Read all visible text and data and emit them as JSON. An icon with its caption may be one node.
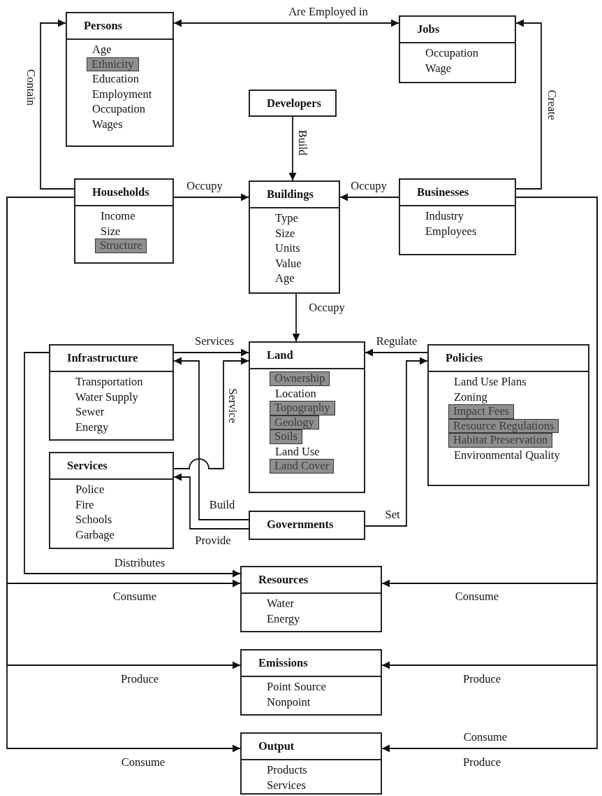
{
  "diagram": {
    "nodes": [
      {
        "text": [
          "Persons",
          "Age",
          "Ethnicity",
          "Education",
          "Employment",
          "Occupation",
          "Wages"
        ]
      },
      {
        "text": [
          "Jobs",
          "Occupation",
          "Wage"
        ]
      },
      {
        "text": [
          "Developers"
        ]
      },
      {
        "text": [
          "Households",
          "Income",
          "Size",
          "Structure"
        ]
      },
      {
        "text": [
          "Buildings",
          "Type",
          "Size",
          "Units",
          "Value",
          "Age"
        ]
      },
      {
        "text": [
          "Businesses",
          "Industry",
          "Employees"
        ]
      },
      {
        "text": [
          "Infrastructure",
          "Transportation",
          "Water Supply",
          "Sewer",
          "Energy"
        ]
      },
      {
        "text": [
          "Land",
          "Ownership",
          "Location",
          "Topography",
          "Geology",
          "Soils",
          "Land Use",
          "Land Cover"
        ]
      },
      {
        "text": [
          "Policies",
          "Land Use Plans",
          "Zoning",
          "Impact Fees",
          "Resource Regulations",
          "Habitat Preservation",
          "Environmental Quality"
        ]
      },
      {
        "text": [
          "Services",
          "Police",
          "Fire",
          "Schools",
          "Garbage"
        ]
      },
      {
        "text": [
          "Governments"
        ]
      },
      {
        "text": [
          "Resources",
          "Water",
          "Energy"
        ]
      },
      {
        "text": [
          "Emissions",
          "Point Source",
          "Nonpoint"
        ]
      },
      {
        "text": [
          "Output",
          "Products",
          "Services"
        ]
      }
    ],
    "edges": [
      {
        "from": 0,
        "to": 1,
        "arrow": "both",
        "label": "Are Employed in"
      },
      {
        "from": 3,
        "to": 0,
        "arrow": "to",
        "label": "Contain"
      },
      {
        "from": 5,
        "to": 1,
        "arrow": "to",
        "label": "Create"
      },
      {
        "from": 2,
        "to": 4,
        "arrow": "to",
        "label": "Build"
      },
      {
        "from": 3,
        "to": 4,
        "arrow": "to",
        "label": "Occupy"
      },
      {
        "from": 5,
        "to": 4,
        "arrow": "to",
        "label": "Occupy"
      },
      {
        "from": 4,
        "to": 7,
        "arrow": "to",
        "label": "Occupy"
      },
      {
        "from": 6,
        "to": 7,
        "arrow": "to",
        "label": "Services"
      },
      {
        "from": 9,
        "to": 7,
        "arrow": "to",
        "label": "Service"
      },
      {
        "from": 10,
        "to": 6,
        "arrow": "to",
        "label": "Build"
      },
      {
        "from": 10,
        "to": 9,
        "arrow": "to",
        "label": "Provide"
      },
      {
        "from": 8,
        "to": 7,
        "arrow": "to",
        "label": "Regulate"
      },
      {
        "from": 10,
        "to": 8,
        "arrow": "to",
        "label": "Set"
      },
      {
        "from": 6,
        "to": 11,
        "arrow": "to",
        "label": "Distributes"
      },
      {
        "from": 3,
        "to": 11,
        "arrow": "to",
        "label": "Consume"
      },
      {
        "from": 3,
        "to": 12,
        "arrow": "to",
        "label": "Produce"
      },
      {
        "from": 3,
        "to": 13,
        "arrow": "to",
        "label": "Consume"
      },
      {
        "from": 5,
        "to": 11,
        "arrow": "to",
        "label": "Consume"
      },
      {
        "from": 5,
        "to": 12,
        "arrow": "to",
        "label": "Produce"
      },
      {
        "from": 5,
        "to": 13,
        "arrow": "to",
        "label": "Consume"
      }
    ],
    "labels": [
      "Produce"
    ]
  }
}
